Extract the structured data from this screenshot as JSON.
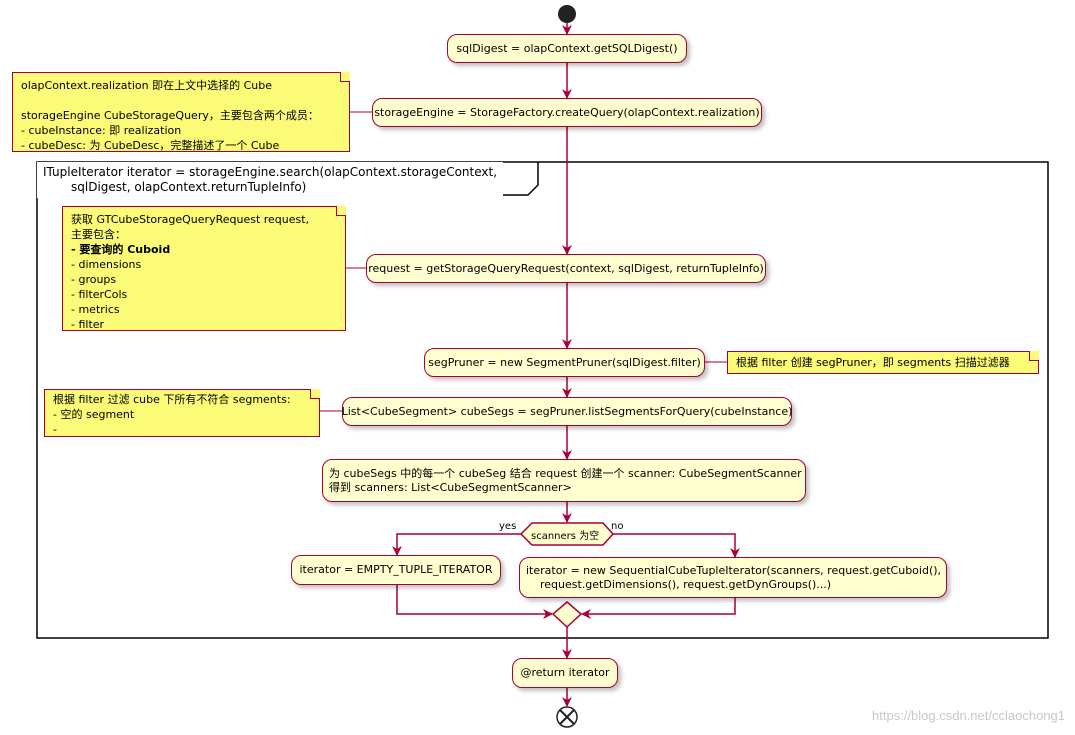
{
  "nodes": {
    "get_sql_digest": "sqlDigest = olapContext.getSQLDigest()",
    "storage_engine": "storageEngine = StorageFactory.createQuery(olapContext.realization)",
    "request": "request = getStorageQueryRequest(context, sqlDigest, returnTupleInfo)",
    "seg_pruner": "segPruner = new SegmentPruner(sqlDigest.filter)",
    "cube_segs": "List<CubeSegment> cubeSegs = segPruner.listSegmentsForQuery(cubeInstance)",
    "scanners": [
      "为 cubeSegs 中的每一个 cubeSeg 结合 request 创建一个 scanner: CubeSegmentScanner",
      "得到 scanners: List<CubeSegmentScanner>"
    ],
    "empty_iterator": "iterator = EMPTY_TUPLE_ITERATOR",
    "sequential_iterator": [
      "iterator =  new SequentialCubeTupleIterator(scanners, request.getCuboid(),",
      "request.getDimensions(), request.getDynGroups()...)"
    ],
    "return_iterator": "@return iterator"
  },
  "decision": {
    "label": "scanners 为空",
    "yes": "yes",
    "no": "no"
  },
  "frame": {
    "label": [
      "ITupleIterator iterator = storageEngine.search(olapContext.storageContext,",
      "sqlDigest, olapContext.returnTupleInfo)"
    ]
  },
  "notes": {
    "realization": [
      "olapContext.realization 即在上文中选择的 Cube",
      "",
      "storageEngine CubeStorageQuery，主要包含两个成员：",
      "- cubeInstance: 即 realization",
      "- cubeDesc: 为 CubeDesc，完整描述了一个 Cube"
    ],
    "request": {
      "line1": "获取 GTCubeStorageQueryRequest request,",
      "line2": "主要包含：",
      "line3": "- 要查询的 Cuboid",
      "rest": [
        "- dimensions",
        "- groups",
        "- filterCols",
        "- metrics",
        "- filter"
      ]
    },
    "seg_pruner": "根据 filter 创建 segPruner，即 segments 扫描过滤器",
    "cube_segs": [
      "根据 filter 过滤 cube 下所有不符合 segments:",
      "- 空的 segment",
      "-"
    ]
  },
  "watermark": "https://blog.csdn.net/cclaochong1",
  "colors": {
    "node_fill": "#fefece",
    "note_fill": "#fbfb77",
    "border": "#a80036"
  }
}
